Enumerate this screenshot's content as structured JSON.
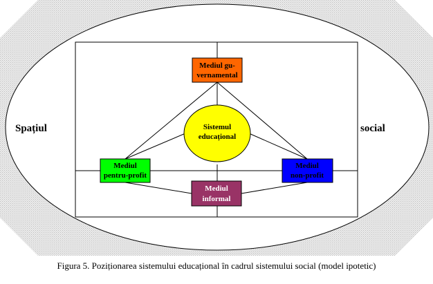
{
  "colors": {
    "outer_octagon": "#d4d4d4",
    "ellipse_fill": "#ffffff",
    "box_fill": "#ffffff",
    "line": "#000000",
    "guvernamental": "#ff6600",
    "educational": "#ffff00",
    "pentru_profit": "#00ff00",
    "non_profit": "#0000ff",
    "informal": "#993366"
  },
  "labels": {
    "spatiul": "Spațiul",
    "social": "social",
    "guvernamental": [
      "Mediul gu-",
      "vernamental"
    ],
    "educational": [
      "Sistemul",
      "educațional"
    ],
    "pentru_profit": [
      "Mediul",
      "pentru-profit"
    ],
    "non_profit": [
      "Mediul",
      "non-profit"
    ],
    "informal": [
      "Mediul",
      "informal"
    ]
  },
  "caption": "Figura 5. Poziționarea sistemului educațional în cadrul sistemului social (model ipotetic)"
}
